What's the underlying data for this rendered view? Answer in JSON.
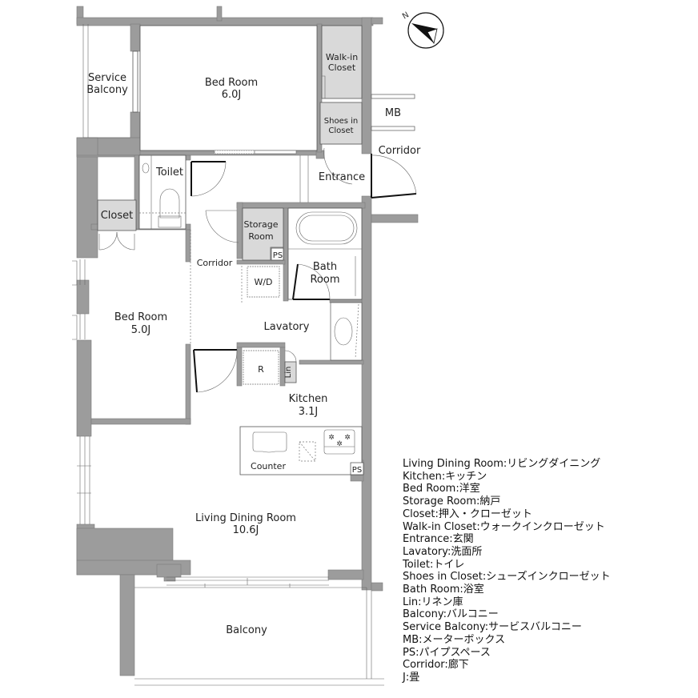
{
  "rooms": {
    "service_balcony": {
      "line1": "Service",
      "line2": "Balcony"
    },
    "bed_room_1": {
      "name": "Bed Room",
      "size": "6.0J"
    },
    "walk_in_closet": {
      "line1": "Walk-in",
      "line2": "Closet"
    },
    "shoes_in_closet": {
      "line1": "Shoes in",
      "line2": "Closet"
    },
    "mb": "MB",
    "corridor_outside": "Corridor",
    "entrance": "Entrance",
    "toilet": "Toilet",
    "closet": "Closet",
    "storage_room": {
      "line1": "Storage",
      "line2": "Room"
    },
    "ps_top": "PS",
    "corridor_inside": "Corridor",
    "bath_room": {
      "line1": "Bath",
      "line2": "Room"
    },
    "wd": "W/D",
    "bed_room_2": {
      "name": "Bed Room",
      "size": "5.0J"
    },
    "lavatory": "Lavatory",
    "refrigerator": "R",
    "linen": "Lin",
    "kitchen": {
      "name": "Kitchen",
      "size": "3.1J"
    },
    "counter": "Counter",
    "ps_kitchen": "PS",
    "living_dining": {
      "name": "Living Dining Room",
      "size": "10.6J"
    },
    "balcony": "Balcony"
  },
  "compass": {
    "label": "N"
  },
  "legend": [
    "Living Dining Room:リビングダイニング",
    "Kitchen:キッチン",
    "Bed Room:洋室",
    "Storage Room:納戸",
    "Closet:押入・クローゼット",
    "Walk-in Closet:ウォークインクローゼット",
    "Entrance:玄関",
    "Lavatory:洗面所",
    "Toilet:トイレ",
    "Shoes in Closet:シューズインクローゼット",
    "Bath Room:浴室",
    "Lin:リネン庫",
    "Balcony:バルコニー",
    "Service Balcony:サービスバルコニー",
    "MB:メーターボックス",
    "PS:パイプスペース",
    "Corridor:廊下",
    "J:畳"
  ],
  "colors": {
    "wall": "#9c9c9c",
    "closet_fill": "#d9d9d9",
    "background": "#ffffff"
  }
}
